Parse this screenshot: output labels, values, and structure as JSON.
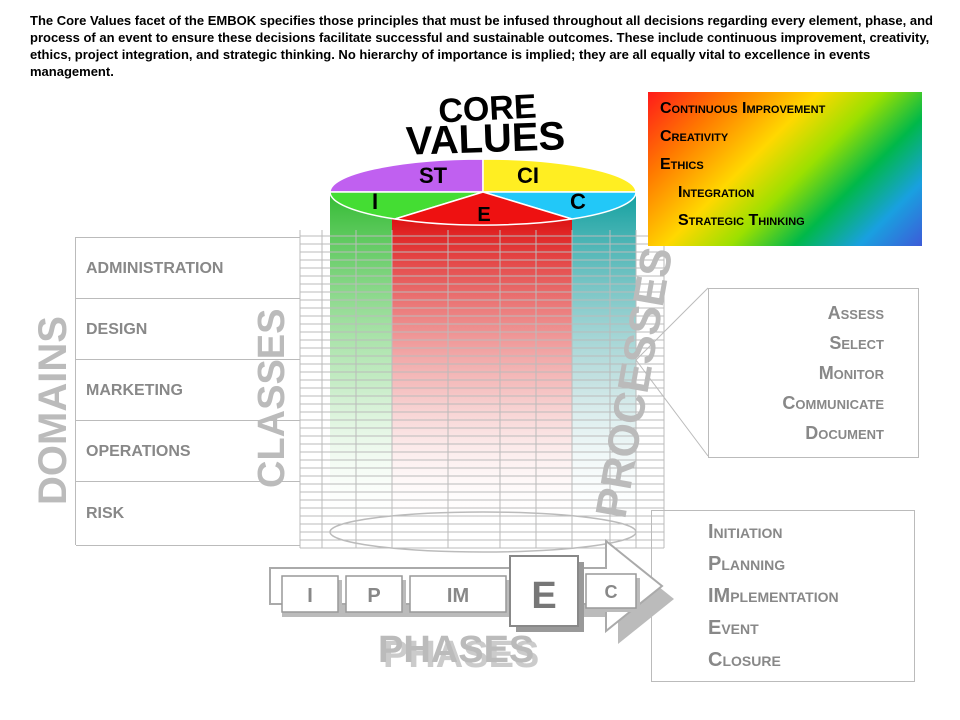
{
  "intro_text": "The Core Values facet of the EMBOK specifies those principles that must be infused throughout all decisions regarding every element, phase, and process of an event to ensure these decisions facilitate successful and sustainable outcomes. These include continuous improvement, creativity, ethics, project integration, and strategic thinking. No hierarchy of importance is implied; they are all equally vital to excellence in events management.",
  "core_values_title": {
    "line1": "CORE",
    "line2": "VALUES"
  },
  "segments": {
    "st": "ST",
    "ci": "CI",
    "i": "I",
    "c": "C",
    "e": "E"
  },
  "legend": [
    "Continuous Improvement",
    "Creativity",
    "Ethics",
    "Integration",
    "Strategic Thinking"
  ],
  "domains_label": "DOMAINS",
  "classes_label": "CLASSES",
  "processes_label": "PROCESSES",
  "domains": [
    "ADMINISTRATION",
    "DESIGN",
    "MARKETING",
    "OPERATIONS",
    "RISK"
  ],
  "processes": [
    "Assess",
    "Select",
    "Monitor",
    "Communicate",
    "Document"
  ],
  "phases_label": "PHASES",
  "phase_boxes": [
    "I",
    "P",
    "IM",
    "E",
    "C"
  ],
  "phases": [
    "Initiation",
    "Planning",
    "IMplementation",
    "Event",
    "Closure"
  ],
  "colors": {
    "st": "#c060f0",
    "ci": "#ffee22",
    "i": "#44dd33",
    "c": "#22c8f8",
    "e": "#ee1111",
    "gray_text": "#888888"
  }
}
